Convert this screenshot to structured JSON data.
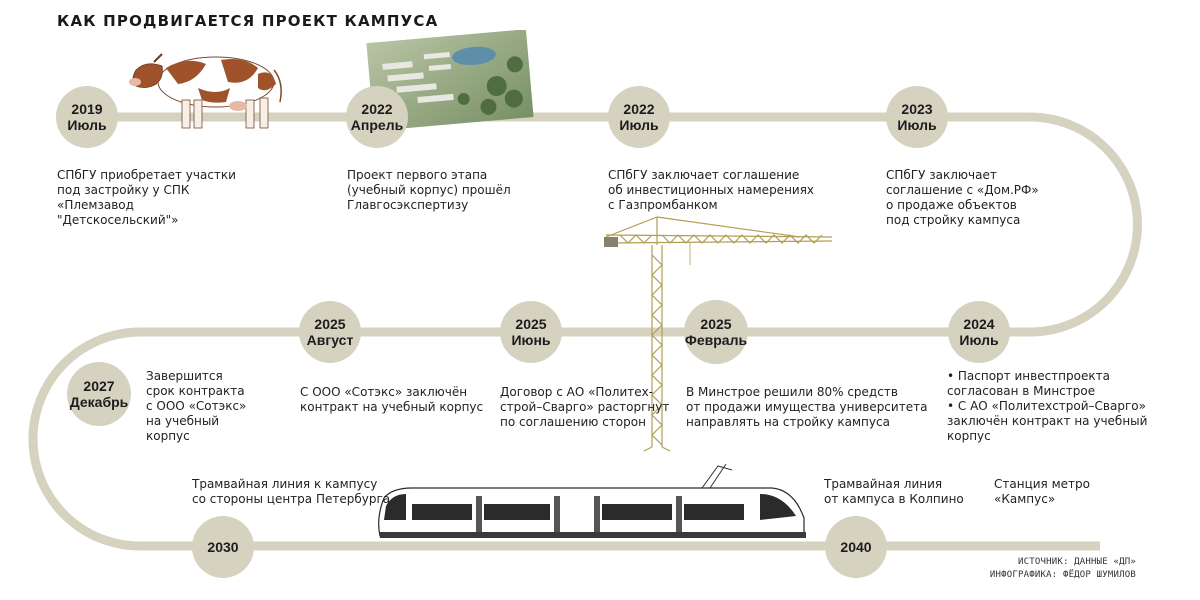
{
  "title": "КАК ПРОДВИГАЕТСЯ ПРОЕКТ КАМПУСА",
  "milestones": [
    {
      "year": "2019",
      "month": "Июль",
      "lines": [
        "СПбГУ приобретает участки",
        "под застройку у СПК",
        "«Племзавод",
        "\"Детскосельский\"»"
      ]
    },
    {
      "year": "2022",
      "month": "Апрель",
      "lines": [
        "Проект первого этапа",
        "(учебный корпус) прошёл",
        "Главгосэкспертизу"
      ]
    },
    {
      "year": "2022",
      "month": "Июль",
      "lines": [
        "СПбГУ заключает соглашение",
        "об инвестиционных намерениях",
        "с Газпромбанком"
      ]
    },
    {
      "year": "2023",
      "month": "Июль",
      "lines": [
        "СПбГУ заключает",
        "соглашение с «Дом.РФ»",
        "о продаже объектов",
        "под стройку кампуса"
      ]
    },
    {
      "year": "2024",
      "month": "Июль",
      "lines": [
        "• Паспорт инвестпроекта",
        "согласован в Минстрое",
        "• С АО «Политехстрой–Сварго»",
        "заключён контракт на учебный",
        "корпус"
      ]
    },
    {
      "year": "2025",
      "month": "Февраль",
      "lines": [
        "В Минстрое решили 80% средств",
        "от продажи имущества университета",
        "направлять на стройку кампуса"
      ]
    },
    {
      "year": "2025",
      "month": "Июнь",
      "lines": [
        "Договор с АО «Политех-",
        "строй–Сварго» расторгнут",
        "по соглашению сторон"
      ]
    },
    {
      "year": "2025",
      "month": "Август",
      "lines": [
        "С ООО «Сотэкс» заключён",
        "контракт на учебный корпус"
      ]
    },
    {
      "year": "2027",
      "month": "Декабрь",
      "lines": [
        "Завершится",
        "срок контракта",
        "с ООО «Сотэкс»",
        "на учебный",
        "корпус"
      ]
    },
    {
      "year": "2030",
      "month": "",
      "lines": [
        "Трамвайная линия к кампусу",
        "со стороны центра Петербурга"
      ]
    },
    {
      "year": "2040",
      "month": "",
      "lines": [
        "Трамвайная линия",
        "от кампуса в Колпино"
      ]
    }
  ],
  "metro": {
    "lines": [
      "Станция метро",
      "«Кампус»"
    ]
  },
  "source": {
    "line1": "ИСТОЧНИК: ДАННЫЕ «ДП»",
    "line2": "ИНФОГРАФИКА: ФЁДОР ШУМИЛОВ"
  },
  "colors": {
    "track": "#d6d2c0",
    "node": "#d6d2c0",
    "crane": "#c9b56a",
    "cow_brown": "#a0532a"
  }
}
